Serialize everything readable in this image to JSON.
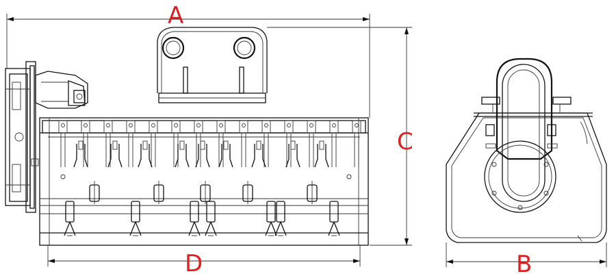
{
  "dimensions": {
    "a": "A",
    "b": "B",
    "c": "C",
    "d": "D"
  },
  "colors": {
    "line": "#111111",
    "label": "#e02020",
    "background": "#ffffff"
  }
}
